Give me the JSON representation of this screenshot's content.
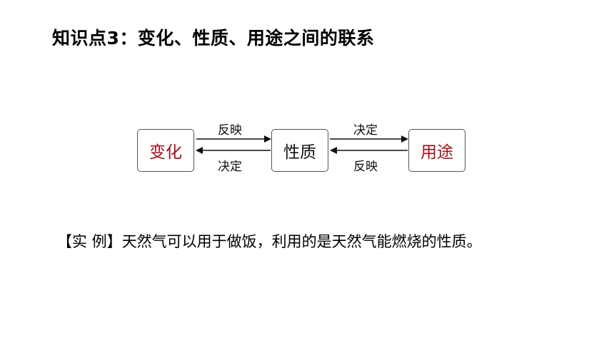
{
  "title": "知识点3：变化、性质、用途之间的联系",
  "diagram": {
    "boxes": {
      "change": "变化",
      "property": "性质",
      "use": "用途"
    },
    "arrows": {
      "change_to_property": "反映",
      "property_to_change": "决定",
      "property_to_use": "决定",
      "use_to_property": "反映"
    },
    "colors": {
      "highlight": "#a0101e",
      "border": "#555555"
    }
  },
  "example": {
    "label": "【实 例】",
    "text": "天然气可以用于做饭，利用的是天然气能燃烧的性质。"
  }
}
